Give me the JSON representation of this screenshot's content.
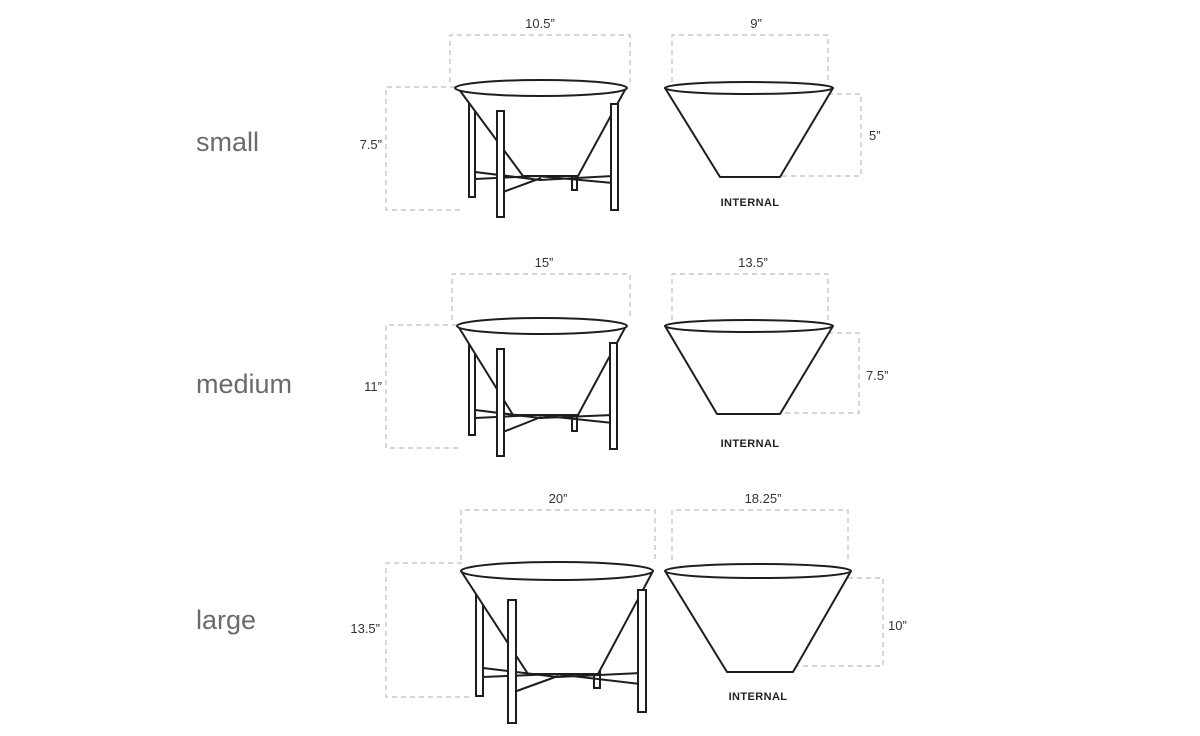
{
  "sizes": [
    {
      "name": "small",
      "planter_width": "10.5”",
      "planter_height": "7.5”",
      "internal_width": "9”",
      "internal_height": "5”",
      "internal_label": "INTERNAL"
    },
    {
      "name": "medium",
      "planter_width": "15”",
      "planter_height": "11”",
      "internal_width": "13.5”",
      "internal_height": "7.5”",
      "internal_label": "INTERNAL"
    },
    {
      "name": "large",
      "planter_width": "20”",
      "planter_height": "13.5”",
      "internal_width": "18.25”",
      "internal_height": "10”",
      "internal_label": "INTERNAL"
    }
  ],
  "colors": {
    "label": "#6b6b6b",
    "ink": "#1e1e1e",
    "dimension_line": "#bdbdbd"
  }
}
